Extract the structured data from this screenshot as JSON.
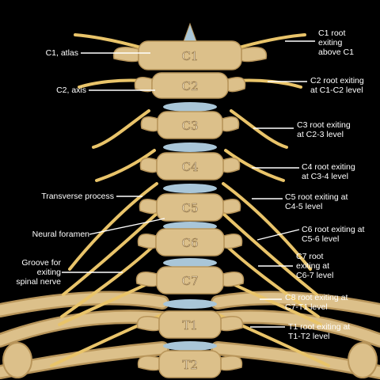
{
  "vertebrae": [
    "C1",
    "C2",
    "C3",
    "C4",
    "C5",
    "C6",
    "C7",
    "T1",
    "T2"
  ],
  "labels_left": [
    {
      "key": "c1",
      "lines": [
        "C1, atlas"
      ]
    },
    {
      "key": "c2",
      "lines": [
        "C2, axis"
      ]
    },
    {
      "key": "transverse",
      "lines": [
        "Transverse process"
      ]
    },
    {
      "key": "foramen",
      "lines": [
        "Neural foramen"
      ]
    },
    {
      "key": "groove",
      "lines": [
        "Groove for",
        "exiting",
        "spinal nerve"
      ]
    }
  ],
  "labels_right": [
    {
      "key": "c1root",
      "lines": [
        "C1 root",
        "exiting",
        "above C1"
      ]
    },
    {
      "key": "c2root",
      "lines": [
        "C2 root exiting",
        "at C1-C2 level"
      ]
    },
    {
      "key": "c3root",
      "lines": [
        "C3 root exiting",
        "at C2-3 level"
      ]
    },
    {
      "key": "c4root",
      "lines": [
        "C4 root exiting",
        "at C3-4 level"
      ]
    },
    {
      "key": "c5root",
      "lines": [
        "C5 root exiting at",
        "C4-5 level"
      ]
    },
    {
      "key": "c6root",
      "lines": [
        "C6 root exiting at",
        "C5-6 level"
      ]
    },
    {
      "key": "c7root",
      "lines": [
        "C7 root",
        "exiting at",
        "C6-7 level"
      ]
    },
    {
      "key": "c8root",
      "lines": [
        "C8 root exiting at",
        "C7-T1 level"
      ]
    },
    {
      "key": "t1root",
      "lines": [
        "T1 root exiting at",
        "T1-T2 level"
      ]
    }
  ],
  "colors": {
    "background": "#000000",
    "bone": "#dcc08a",
    "bone_shadow": "#b8955a",
    "disc": "#a9c6d8",
    "nerve": "#e9c46a",
    "label_text": "#ffffff",
    "leader_line": "#ffffff"
  }
}
